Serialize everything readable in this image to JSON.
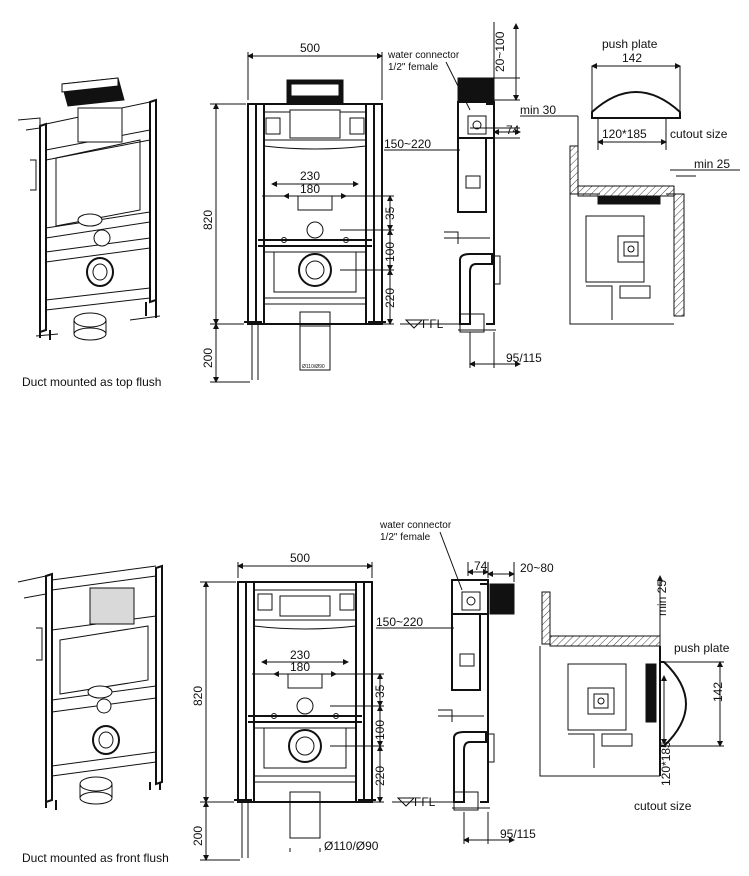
{
  "top": {
    "caption": "Duct mounted as top flush",
    "front": {
      "width": "500",
      "height": "820",
      "depth_below": "200",
      "d230": "230",
      "d180": "180",
      "d35": "35",
      "d100": "100",
      "d220": "220",
      "pipe_mark": "Ø110/Ø90"
    },
    "side": {
      "water_connector": "water connector",
      "water_connector_size": "1/2\" female",
      "d20_100": "20~100",
      "d74": "74",
      "d150_220": "150~220",
      "ffl": "FFL",
      "d95_115": "95/115"
    },
    "detail": {
      "push_plate": "push plate",
      "d142": "142",
      "min30": "min 30",
      "cutout_dim": "120*185",
      "cutout_size": "cutout size",
      "min25": "min 25"
    }
  },
  "bottom": {
    "caption": "Duct mounted as front flush",
    "front": {
      "width": "500",
      "height": "820",
      "depth_below": "200",
      "d230": "230",
      "d180": "180",
      "d35": "35",
      "d100": "100",
      "d220": "220",
      "pipe_label": "Ø110/Ø90"
    },
    "side": {
      "water_connector": "water connector",
      "water_connector_size": "1/2\" female",
      "d74": "74",
      "d20_80": "20~80",
      "d150_220": "150~220",
      "ffl": "FFL",
      "d95_115": "95/115"
    },
    "detail": {
      "min25": "min 25",
      "push_plate": "push plate",
      "d142": "142",
      "cutout_dim": "120*185",
      "cutout_size": "cutout size"
    }
  }
}
